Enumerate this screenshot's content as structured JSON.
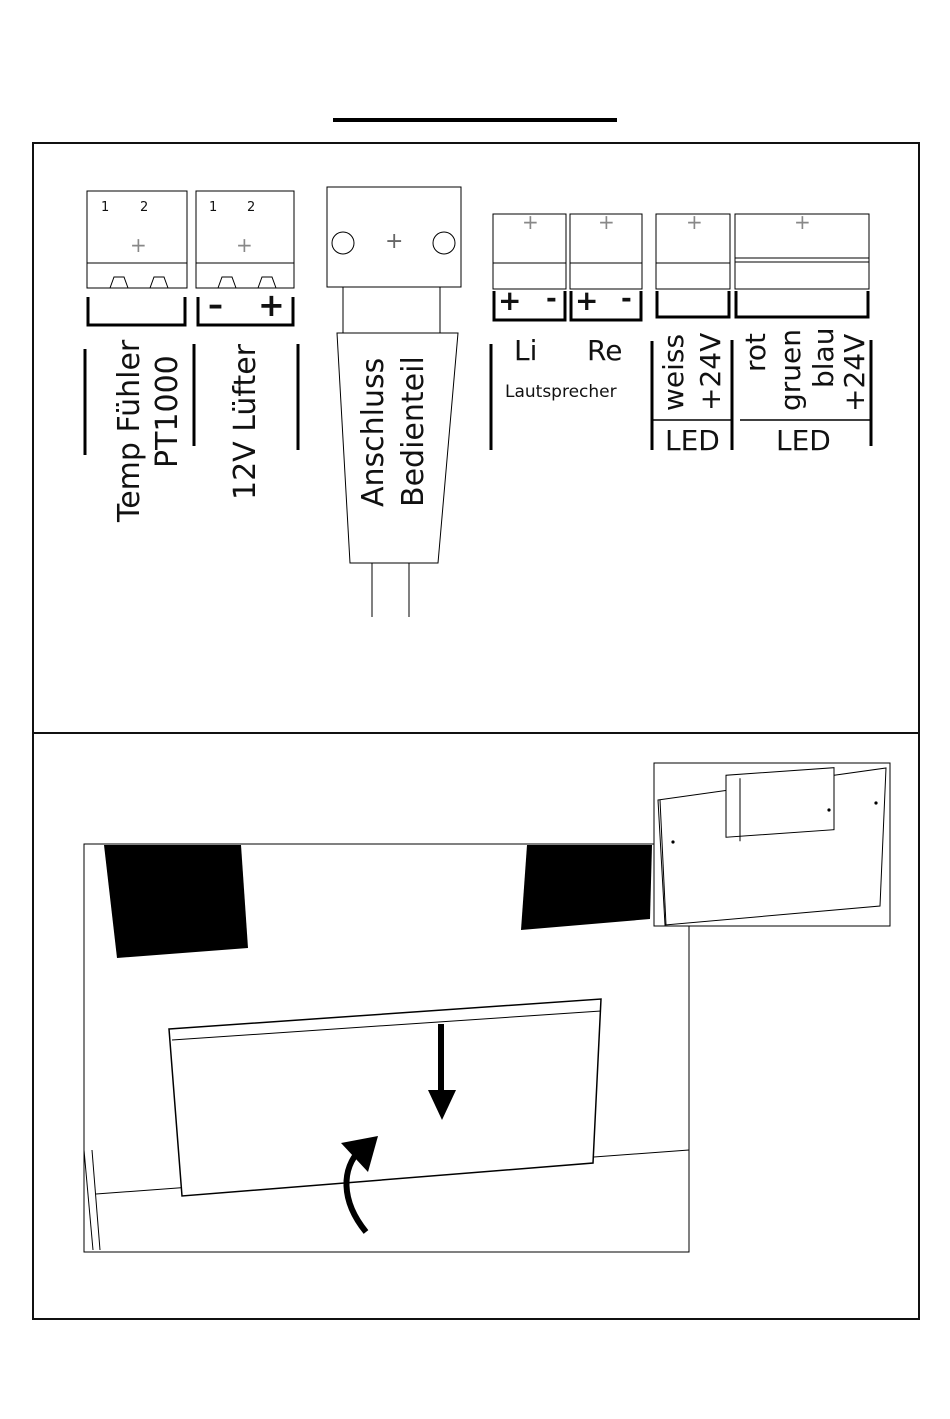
{
  "connectors": {
    "temp": {
      "pins": [
        "1",
        "2"
      ],
      "plus": "+",
      "line1": "Temp Fühler",
      "line2": "PT1000"
    },
    "fan": {
      "pins": [
        "1",
        "2"
      ],
      "plus": "+",
      "minus_mark": "–",
      "plus_mark": "+",
      "line1": "12V Lüfter"
    },
    "control": {
      "plus": "+",
      "line1": "Anschluss",
      "line2": "Bedienteil"
    },
    "speaker_left": {
      "plus": "+",
      "pol_plus": "+",
      "pol_minus": "-",
      "name": "Li"
    },
    "speaker_right": {
      "plus": "+",
      "pol_plus": "+",
      "pol_minus": "-",
      "name": "Re"
    },
    "speaker_group": "Lautsprecher",
    "led_white": {
      "plus": "+",
      "line1": "weiss",
      "line2": "+24V",
      "name": "LED"
    },
    "led_rgb": {
      "plus": "+",
      "line1": "rot",
      "line2": "gruen",
      "line3": "blau",
      "line4": "+24V",
      "name": "LED"
    }
  },
  "colors": {
    "line": "#000000",
    "frame": "#111111",
    "block": "#000000"
  }
}
